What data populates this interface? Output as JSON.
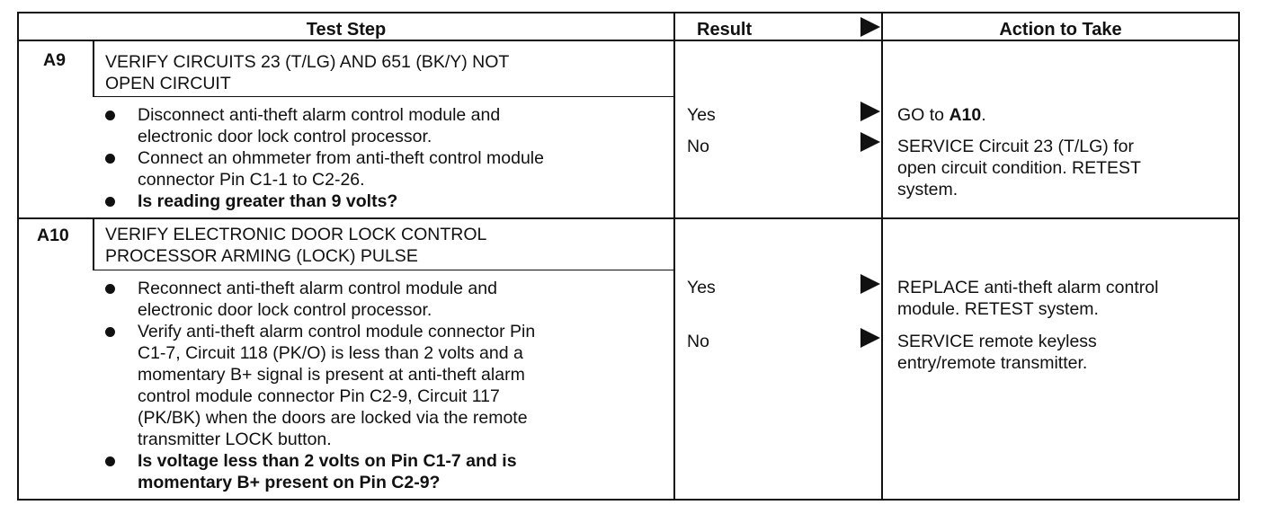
{
  "header": {
    "test_step": "Test Step",
    "result": "Result",
    "action": "Action to Take"
  },
  "steps": [
    {
      "id": "A9",
      "title": [
        "VERIFY CIRCUITS 23 (T/LG) AND 651 (BK/Y) NOT",
        "OPEN CIRCUIT"
      ],
      "bullets": [
        [
          "Disconnect anti-theft alarm control module and",
          "electronic door lock control processor."
        ],
        [
          "Connect an ohmmeter from anti-theft control module",
          "connector Pin C1-1 to C2-26."
        ],
        [
          "Is reading greater than 9 volts?"
        ]
      ],
      "results": [
        "Yes",
        "No"
      ],
      "actions": [
        [
          "GO to ",
          "A10",
          "."
        ],
        [
          "SERVICE Circuit 23 (T/LG) for",
          "open circuit condition. RETEST",
          "system."
        ]
      ]
    },
    {
      "id": "A10",
      "title": [
        "VERIFY ELECTRONIC DOOR LOCK CONTROL",
        "PROCESSOR ARMING (LOCK) PULSE"
      ],
      "bullets": [
        [
          "Reconnect anti-theft alarm control module and",
          "electronic door lock control processor."
        ],
        [
          "Verify anti-theft alarm control module connector Pin",
          "C1-7, Circuit 118 (PK/O) is less than 2 volts and a",
          "momentary B+ signal is present at anti-theft alarm",
          "control module connector Pin C2-9, Circuit 117",
          "(PK/BK) when the doors are locked via the remote",
          "transmitter LOCK button."
        ],
        [
          "Is voltage less than 2 volts on Pin C1-7 and is",
          "momentary B+ present on Pin C2-9?"
        ]
      ],
      "results": [
        "Yes",
        "No"
      ],
      "actions": [
        [
          "REPLACE anti-theft alarm control",
          "module. RETEST system."
        ],
        [
          "SERVICE remote keyless",
          "entry/remote transmitter."
        ]
      ]
    }
  ]
}
